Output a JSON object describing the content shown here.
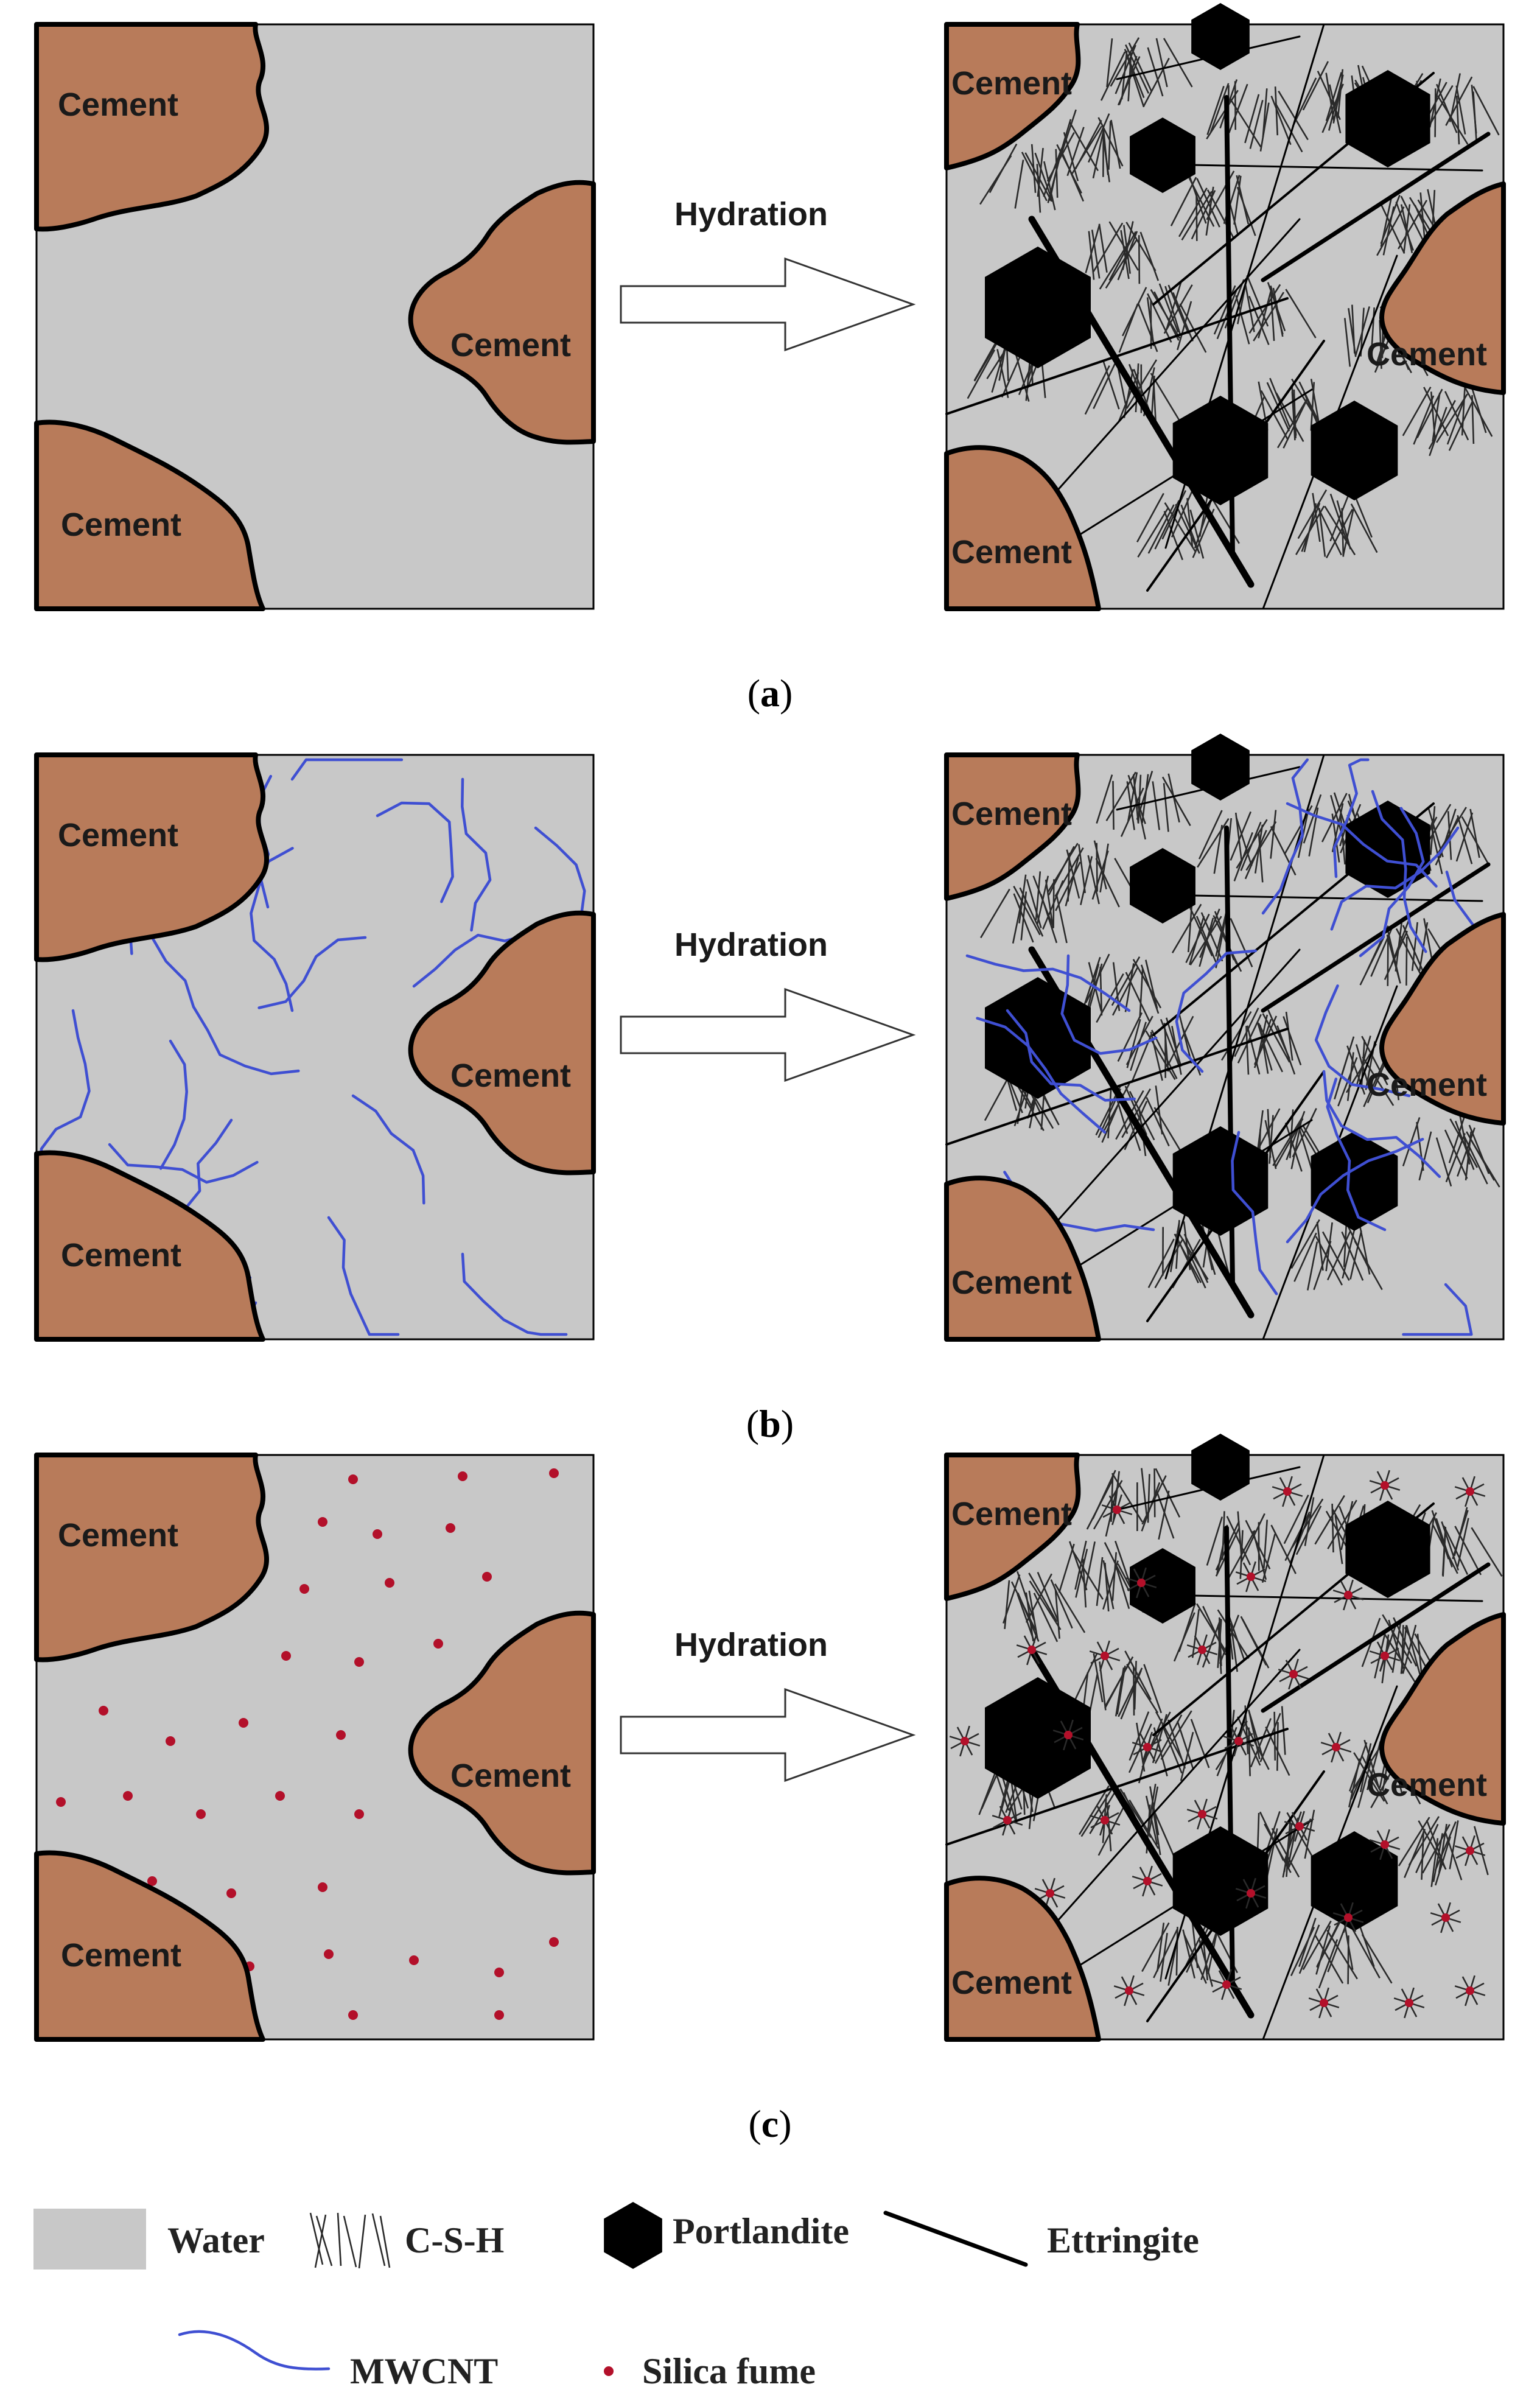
{
  "panels": [
    {
      "caption_letter": "a",
      "before_labels": [
        "Cement",
        "Cement",
        "Cement"
      ],
      "arrow_label": "Hydration",
      "after_labels": [
        "Cement",
        "Cement",
        "Cement"
      ],
      "fillers": []
    },
    {
      "caption_letter": "b",
      "before_labels": [
        "Cement",
        "Cement",
        "Cement"
      ],
      "arrow_label": "Hydration",
      "after_labels": [
        "Cement",
        "Cement",
        "Cement"
      ],
      "fillers": [
        "MWCNT"
      ]
    },
    {
      "caption_letter": "c",
      "before_labels": [
        "Cement",
        "Cement",
        "Cement"
      ],
      "arrow_label": "Hydration",
      "after_labels": [
        "Cement",
        "Cement",
        "Cement"
      ],
      "fillers": [
        "Silica fume"
      ]
    }
  ],
  "legend": {
    "water": "Water",
    "csh": "C-S-H",
    "portlandite": "Portlandite",
    "ettringite": "Ettringite",
    "mwcnt": "MWCNT",
    "silica_fume": "Silica fume"
  },
  "colors": {
    "water": "#c8c8c8",
    "cement": "#b87b5a",
    "mwcnt": "#3f4fd2",
    "silica_fume": "#b3102a"
  }
}
